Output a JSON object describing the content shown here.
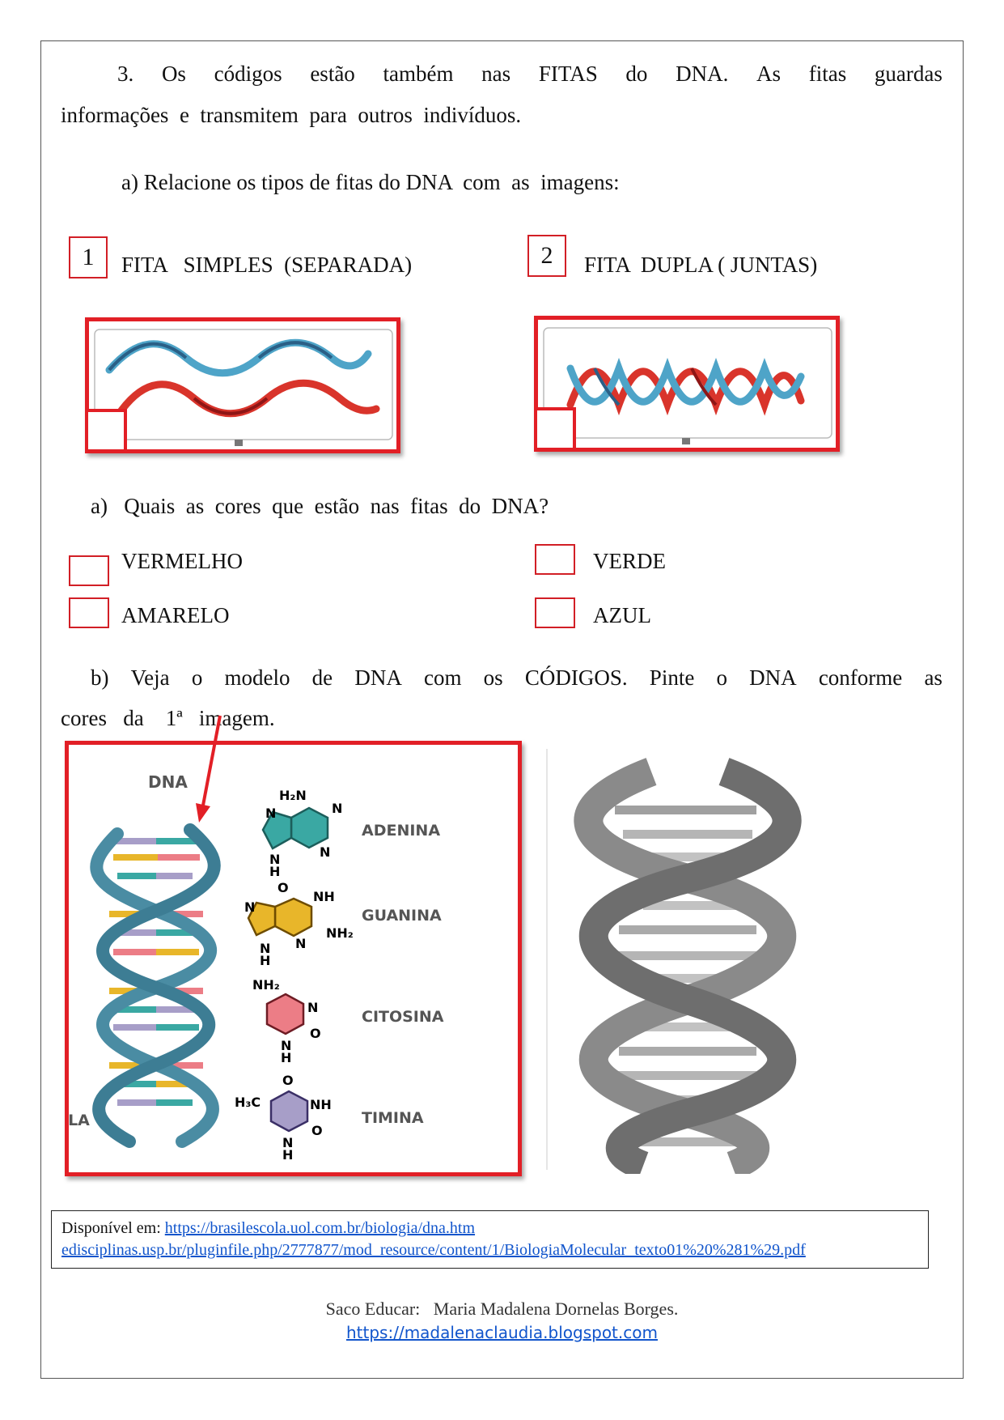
{
  "question": {
    "line1_words": [
      "3.",
      "Os",
      "códigos",
      "estão",
      "também",
      "nas",
      "FITAS",
      "do",
      "DNA.",
      "As",
      "fitas",
      "guardas"
    ],
    "line2": "informações  e  transmitem  para  outros  indivíduos."
  },
  "part_a1": {
    "prompt": "a) Relacione os tipos de fitas do DNA  com  as  imagens:"
  },
  "strand_types": [
    {
      "number": "1",
      "label": "FITA   SIMPLES  (SEPARADA)"
    },
    {
      "number": "2",
      "label": "FITA  DUPLA ( JUNTAS)"
    }
  ],
  "part_a2": {
    "prompt": "a)   Quais  as  cores  que  estão  nas  fitas  do  DNA?"
  },
  "colors": [
    "VERMELHO",
    "VERDE",
    "AMARELO",
    "AZUL"
  ],
  "part_b": {
    "line1_words": [
      "b)",
      "Veja",
      "o",
      "modelo",
      "de",
      "DNA",
      "com",
      "os",
      "CÓDIGOS.",
      "Pinte",
      "o",
      "DNA",
      "conforme",
      "as"
    ],
    "line2": "cores   da    1ª   imagem."
  },
  "dna_diagram": {
    "title": "DNA",
    "bases": [
      "ADENINA",
      "GUANINA",
      "CITOSINA",
      "TIMINA"
    ],
    "cut_label": "ILA",
    "chem_labels": {
      "adenine": [
        "H₂N",
        "N",
        "N",
        "N",
        "N",
        "H"
      ],
      "guanine": [
        "O",
        "NH",
        "N",
        "N",
        "NH₂",
        "N",
        "H"
      ],
      "cytosine": [
        "NH₂",
        "N",
        "O",
        "N",
        "H"
      ],
      "thymine": [
        "O",
        "H₃C",
        "NH",
        "O",
        "N",
        "H"
      ]
    },
    "colors": {
      "backbone": "#4a8ca3",
      "adenine": "#3aa8a3",
      "guanine": "#e8b62a",
      "cytosine": "#ec7d86",
      "thymine": "#a79ec8"
    }
  },
  "source": {
    "prefix": "Disponível em: ",
    "url1": "https://brasilescola.uol.com.br/biologia/dna.htm",
    "url2": "edisciplinas.usp.br/pluginfile.php/2777877/mod_resource/content/1/BiologiaMolecular_texto01%20%281%29.pdf"
  },
  "footer": {
    "credit": "Saco Educar:   Maria Madalena Dornelas Borges.",
    "link": "https://madalenaclaudia.blogspot.com"
  },
  "accent_color": "#e21f26"
}
